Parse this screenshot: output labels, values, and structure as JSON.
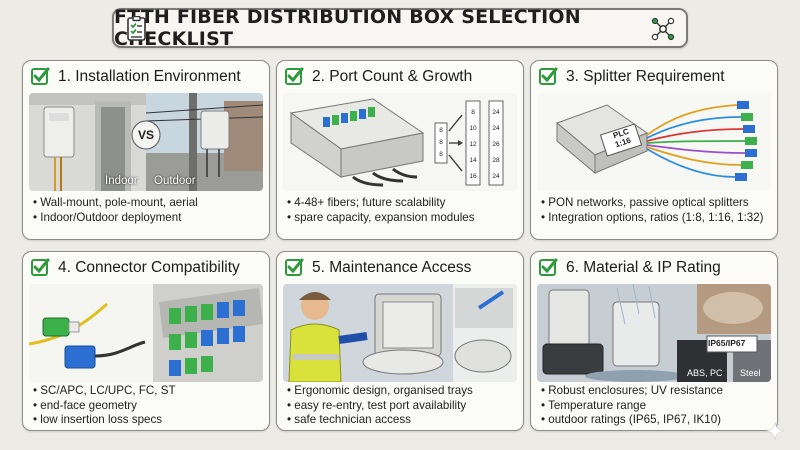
{
  "header": {
    "title": "FTTH FIBER DISTRIBUTION BOX SELECTION CHECKLIST",
    "left_icon": "checklist-icon",
    "right_icon": "network-nodes-icon"
  },
  "colors": {
    "check_green": "#2e9a3c",
    "card_border": "#8c8c88",
    "background": "#ecebe6"
  },
  "cards": [
    {
      "title": "1. Installation Environment",
      "image_labels": [
        "VS",
        "Indoor",
        "Outdoor"
      ],
      "bullets": [
        "Wall-mount, pole-mount, aerial",
        "Indoor/Outdoor deployment"
      ]
    },
    {
      "title": "2. Port Count & Growth",
      "image_labels": {
        "small_col": [
          "8",
          "8",
          "8"
        ],
        "mid_col": [
          "8",
          "10",
          "12",
          "14",
          "16"
        ],
        "right_col": [
          "24",
          "24",
          "26",
          "28",
          "24"
        ]
      },
      "bullets": [
        "4-48+ fibers; future scalability",
        "spare capacity, expansion modules"
      ]
    },
    {
      "title": "3. Splitter Requirement",
      "image_labels": [
        "PLC",
        "1:16"
      ],
      "bullets": [
        "PON networks, passive optical splitters",
        "Integration options, ratios (1:8, 1:16, 1:32)"
      ]
    },
    {
      "title": "4. Connector Compatibility",
      "image_labels": [],
      "bullets": [
        "SC/APC, LC/UPC, FC, ST",
        "end-face geometry",
        "low insertion loss specs"
      ]
    },
    {
      "title": "5. Maintenance Access",
      "image_labels": [],
      "bullets": [
        "Ergonomic design, organised trays",
        "easy re-entry, test port availability",
        "safe technician access"
      ]
    },
    {
      "title": "6. Material & IP Rating",
      "image_labels": [
        "IP65/IP67",
        "ABS, PC",
        "Steel"
      ],
      "bullets": [
        "Robust enclosures; UV resistance",
        "Temperature range",
        "outdoor ratings (IP65, IP67, IK10)"
      ]
    }
  ]
}
